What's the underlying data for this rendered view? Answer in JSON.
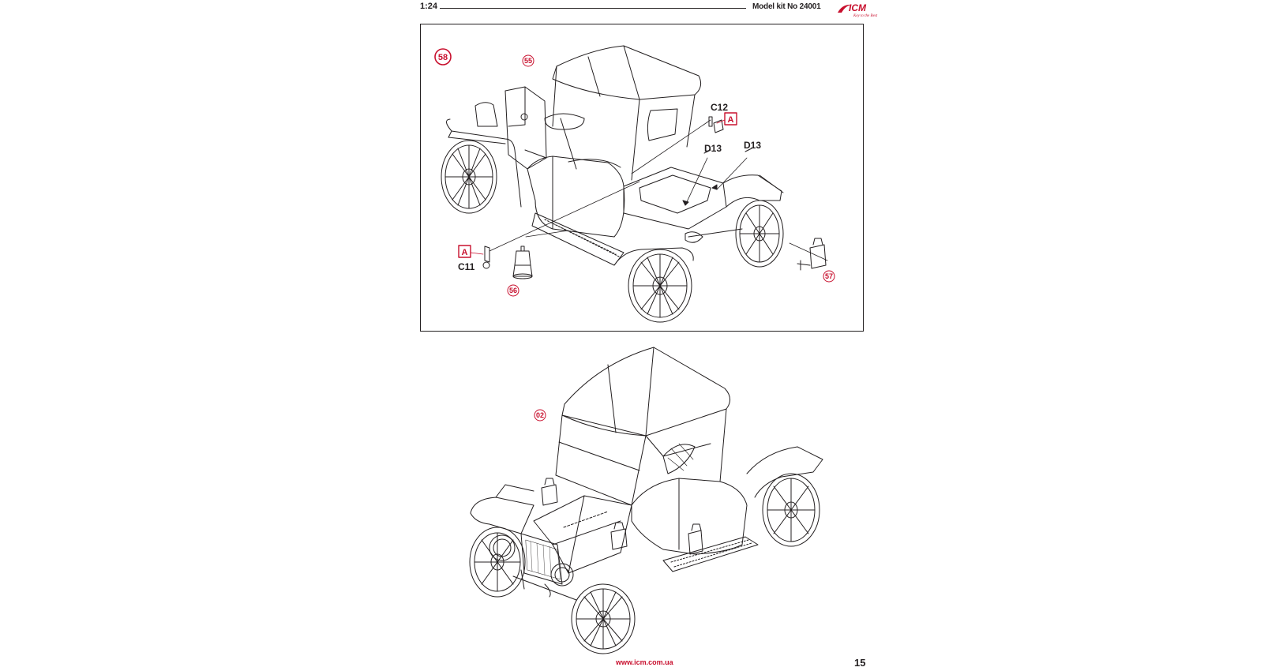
{
  "header": {
    "scale": "1:24",
    "kit": "Model kit No 24001",
    "logo_text": "ICM",
    "logo_tagline": "Key to the Best"
  },
  "step": {
    "number": "58"
  },
  "refs": {
    "ref_55": "55",
    "ref_56": "56",
    "ref_57": "57",
    "ref_02": "02"
  },
  "parts": {
    "c12": "C12",
    "c11": "C11",
    "d13_a": "D13",
    "d13_b": "D13"
  },
  "marks": {
    "a_top": "A",
    "a_left": "A"
  },
  "footer": {
    "url": "www.icm.com.ua",
    "page": "15"
  },
  "colors": {
    "accent": "#c8102e",
    "ink": "#231f20"
  }
}
